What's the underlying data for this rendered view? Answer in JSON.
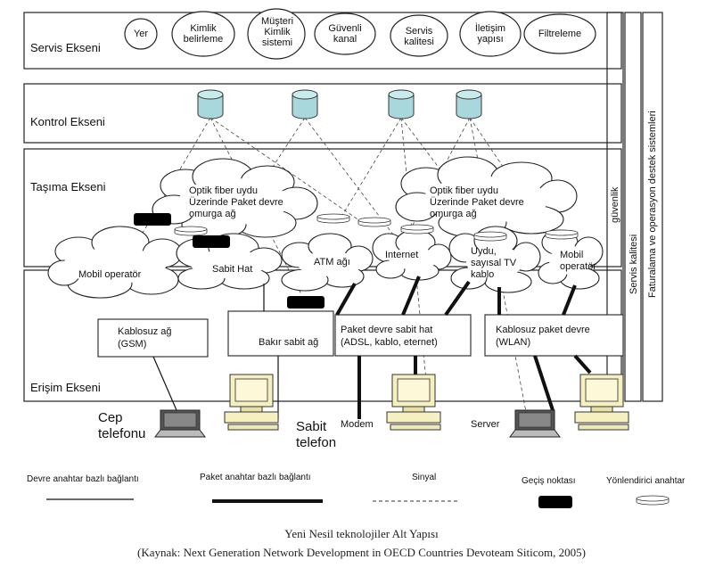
{
  "axes": {
    "service": "Servis Ekseni",
    "control": "Kontrol Ekseni",
    "transport": "Taşıma Ekseni",
    "access": "Erişim Ekseni"
  },
  "service_items": [
    "Yer",
    "Kimlik belirleme",
    "Müşteri Kimlik sistemi",
    "Güvenli kanal",
    "Servis kalitesi",
    "İletişim yapısı",
    "Filtreleme"
  ],
  "transport": {
    "backbone_left": [
      "Optik fiber uydu",
      "Üzerinde Paket devre",
      "omurga ağ"
    ],
    "backbone_right": [
      "Optik fiber uydu",
      "Üzerinde Paket devre",
      "omurga ağ"
    ],
    "networks": {
      "mobile": "Mobil operatör",
      "fixed": "Sabit Hat",
      "atm": "ATM ağı",
      "internet": "Internet",
      "satellite": [
        "Uydu,",
        "sayısal TV",
        "kablo"
      ],
      "mobile2": [
        "Mobil",
        "operatör"
      ]
    }
  },
  "access_boxes": {
    "wireless": [
      "Kablosuz ağ",
      "(GSM)"
    ],
    "copper": "Bakır sabit ağ",
    "packet_fixed": [
      "Paket devre sabit hat",
      "(ADSL, kablo, eternet)"
    ],
    "wireless_packet": [
      "Kablosuz paket devre",
      "(WLAN)"
    ]
  },
  "devices": {
    "cell_phone": [
      "Cep",
      "telefonu"
    ],
    "fixed_phone": [
      "Sabit",
      "telefon"
    ],
    "modem": "Modem",
    "server": "Server"
  },
  "side_bars": {
    "security": "güvenlik",
    "qos": "Servis kalitesi",
    "billing": "Faturalama ve operasyon destek sistemleri"
  },
  "legend": {
    "circuit": "Devre anahtar bazlı bağlantı",
    "packet": "Paket anahtar bazlı bağlantı",
    "signal": "Sinyal",
    "gateway": "Geçiş noktası",
    "router": "Yönlendirici anahtar"
  },
  "caption": {
    "title": "Yeni Nesil teknolojiler Alt Yapısı",
    "source": "(Kaynak: Next Generation Network Development in OECD Countries Devoteam Siticom, 2005)"
  }
}
